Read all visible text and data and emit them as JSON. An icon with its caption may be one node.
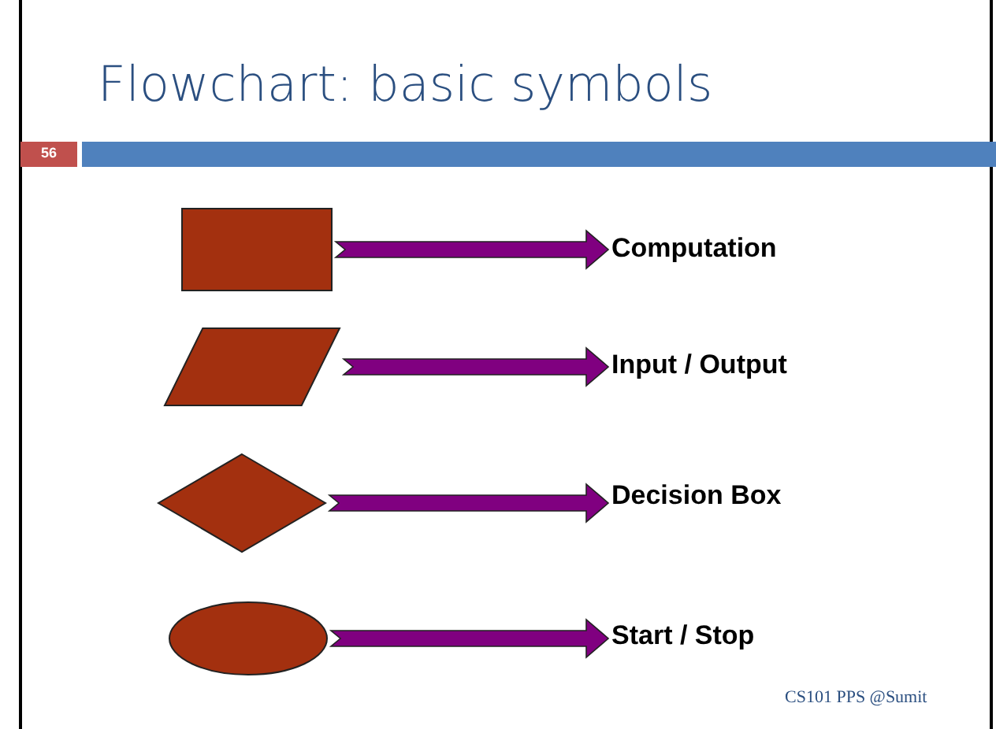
{
  "diagram": {
    "title": "Flowchart: basic symbols",
    "nodes": [
      {
        "text": [],
        "shape": "box"
      },
      {
        "text": [
          "Computation"
        ]
      },
      {
        "text": [],
        "shape": "parallelogram"
      },
      {
        "text": [
          "Input / Output"
        ]
      },
      {
        "text": [],
        "shape": "diamond"
      },
      {
        "text": [
          "Decision Box"
        ]
      },
      {
        "text": [],
        "shape": "ellipse"
      },
      {
        "text": [
          "Start / Stop"
        ]
      }
    ],
    "edges": [
      {
        "from": 0,
        "to": 1,
        "arrow": "to"
      },
      {
        "from": 2,
        "to": 3,
        "arrow": "to"
      },
      {
        "from": 4,
        "to": 5,
        "arrow": "to"
      },
      {
        "from": 6,
        "to": 7,
        "arrow": "to"
      }
    ],
    "labels": [
      "56",
      "CS101 PPS @Sumit"
    ]
  }
}
